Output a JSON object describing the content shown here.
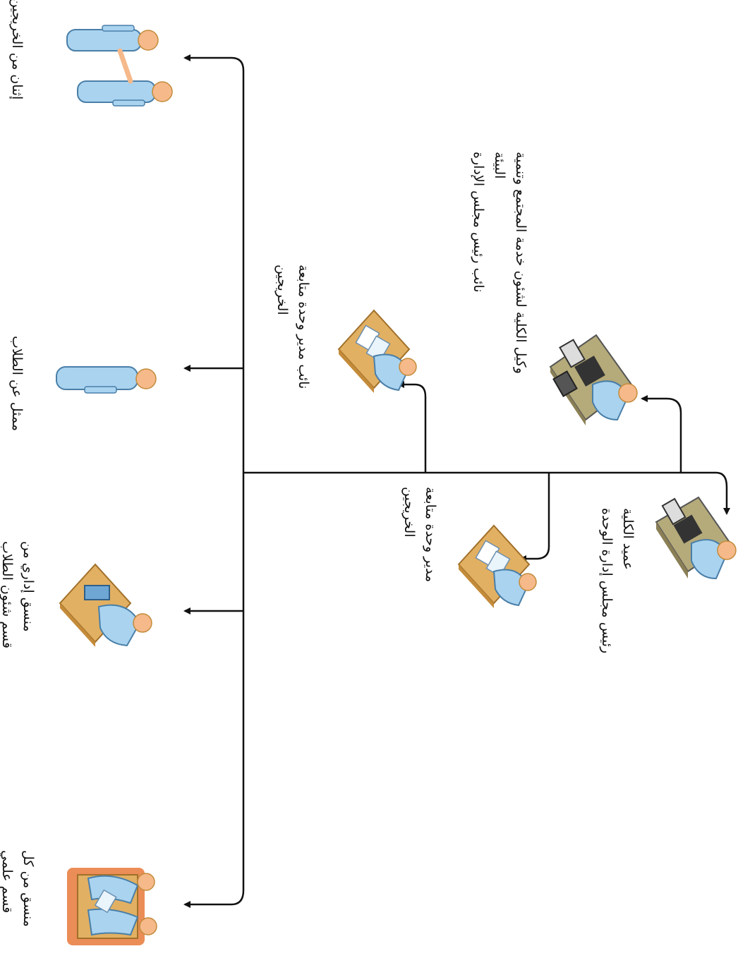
{
  "nodes": {
    "dean": {
      "line1": "عميد الكلية",
      "line2": "رئيس مجلس إدارة الوحدة"
    },
    "vice_dean": {
      "line1": "وكيل الكلية لشئون خدمة المجتمع وتنمية",
      "line2": "البيئة",
      "line3": "نائب رئيس مجلس الإدارة"
    },
    "unit_director": {
      "line1": "مدير وحدة متابعة",
      "line2": "الخريجين"
    },
    "deputy_director": {
      "line1": "نائب مدير وحدة متابعة",
      "line2": "الخريجين"
    },
    "graduates": {
      "line1": "إثنان من الخريجين"
    },
    "student_rep": {
      "line1": "ممثل عن الطلاب"
    },
    "admin_coordinator": {
      "line1": "منسق إداري من",
      "line2": "قسم شئون الطلاب"
    },
    "dept_coordinator": {
      "line1": "منسق من كل",
      "line2": "قسم علمي"
    }
  },
  "colors": {
    "line": "#111111",
    "person_body": "#a9d3ef",
    "person_outline": "#4a7fa8",
    "skin": "#f5b98a",
    "desk": "#e2b062",
    "desk_dark": "#c48b3a",
    "computer_desk": "#b5aa7a",
    "monitor": "#333333",
    "orange": "#e8793a"
  }
}
